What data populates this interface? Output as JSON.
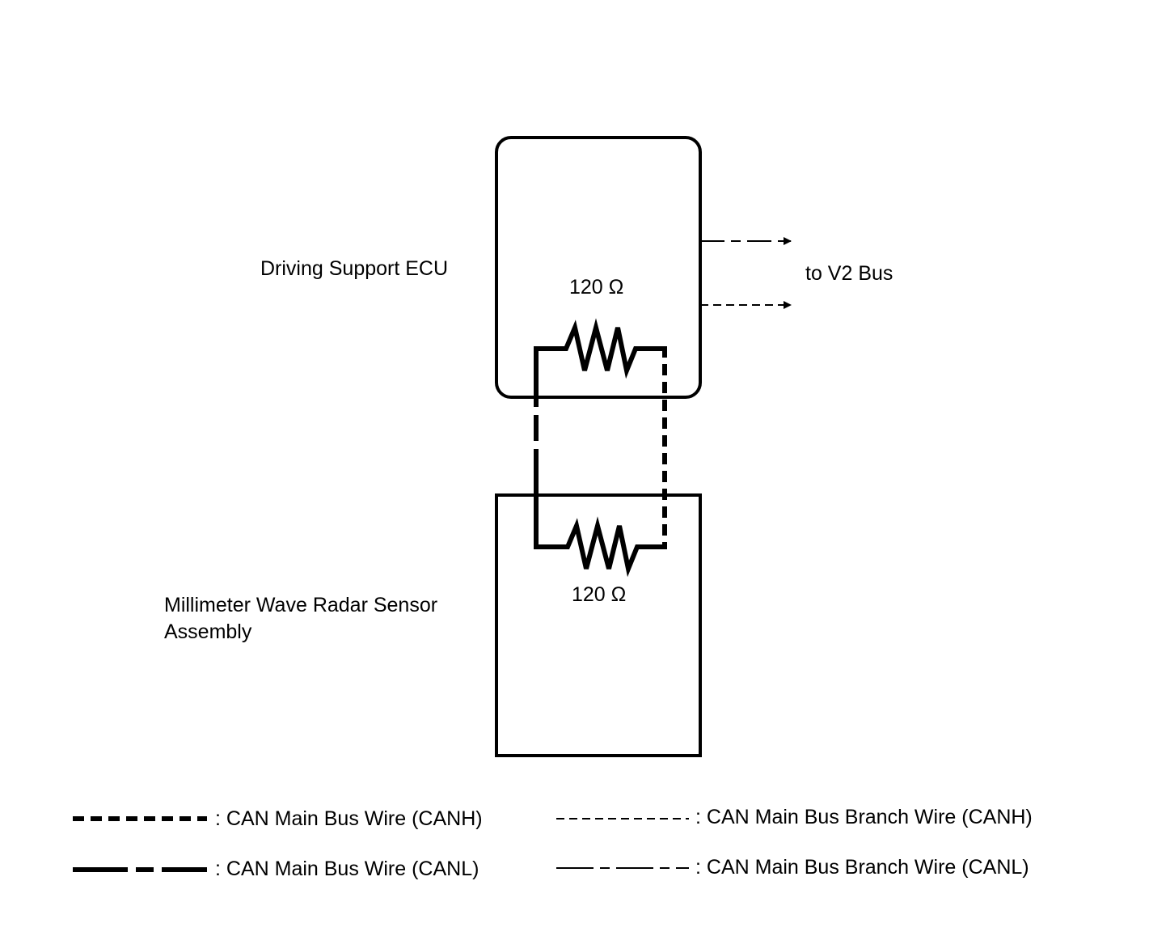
{
  "components": {
    "ecu": {
      "label": "Driving Support ECU",
      "resistor_label": "120 Ω"
    },
    "radar": {
      "label_line1": "Millimeter Wave Radar Sensor",
      "label_line2": "Assembly",
      "resistor_label": "120 Ω"
    }
  },
  "bus_label": "to V2 Bus",
  "legend": {
    "main_canh": ": CAN Main Bus Wire (CANH)",
    "main_canl": ": CAN Main Bus Wire (CANL)",
    "branch_canh": ": CAN Main Bus Branch Wire (CANH)",
    "branch_canl": ": CAN Main Bus Branch Wire (CANL)"
  },
  "colors": {
    "line": "#000000",
    "background": "#ffffff"
  }
}
